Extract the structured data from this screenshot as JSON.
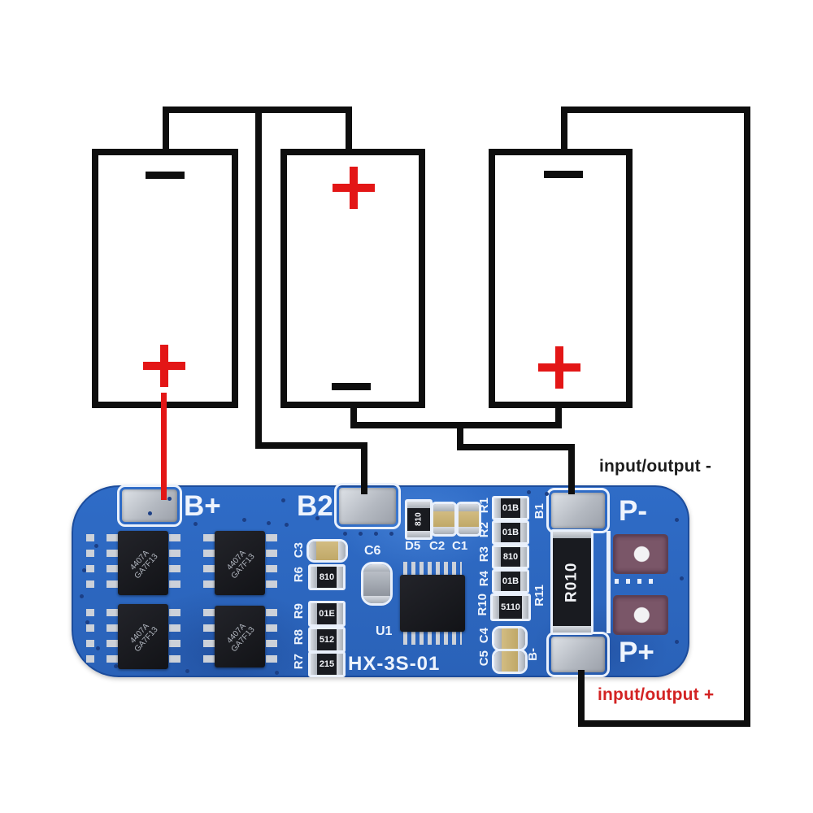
{
  "annotations": {
    "io_minus": "input/output -",
    "io_plus": "input/output +"
  },
  "batteries": [
    {
      "id": "cell-1",
      "top_polarity": "-",
      "bottom_polarity": "+"
    },
    {
      "id": "cell-2",
      "top_polarity": "+",
      "bottom_polarity": "-"
    },
    {
      "id": "cell-3",
      "top_polarity": "-",
      "bottom_polarity": "+"
    }
  ],
  "wiring": {
    "positive_wire_color": "#e31616",
    "negative_wire_color": "#0e0e0e",
    "connections": [
      "cell1+ to B+",
      "cell1- and cell2+ to B2",
      "cell2- and cell3+ to B1",
      "cell3- to B-"
    ]
  },
  "board": {
    "model": "HX-3S-01",
    "color": "#2b66c0",
    "pads": {
      "b_plus": "B+",
      "b2": "B2",
      "b1": "B1",
      "b_minus": "B-",
      "p_minus": "P-",
      "p_plus": "P+"
    },
    "u1_ref": "U1",
    "c6_ref": "C6",
    "mosfet": {
      "part": "4407A",
      "lot": "GA7F13"
    },
    "shunt": {
      "ref": "R11",
      "marking": "R010"
    },
    "left_parts": [
      {
        "ref": "C3",
        "marking": ""
      },
      {
        "ref": "R6",
        "marking": "810"
      },
      {
        "ref": "R9",
        "marking": "01E"
      },
      {
        "ref": "R8",
        "marking": "512"
      },
      {
        "ref": "R7",
        "marking": "215"
      }
    ],
    "top_parts": [
      {
        "ref": "D5",
        "marking": "810"
      },
      {
        "ref": "C2",
        "marking": ""
      },
      {
        "ref": "C1",
        "marking": ""
      }
    ],
    "right_parts": [
      {
        "ref": "R1",
        "marking": "01B"
      },
      {
        "ref": "R2",
        "marking": "01B"
      },
      {
        "ref": "R3",
        "marking": "810"
      },
      {
        "ref": "R4",
        "marking": "01B"
      },
      {
        "ref": "R10",
        "marking": "5110"
      },
      {
        "ref": "C4",
        "marking": ""
      },
      {
        "ref": "C5",
        "marking": ""
      }
    ]
  }
}
